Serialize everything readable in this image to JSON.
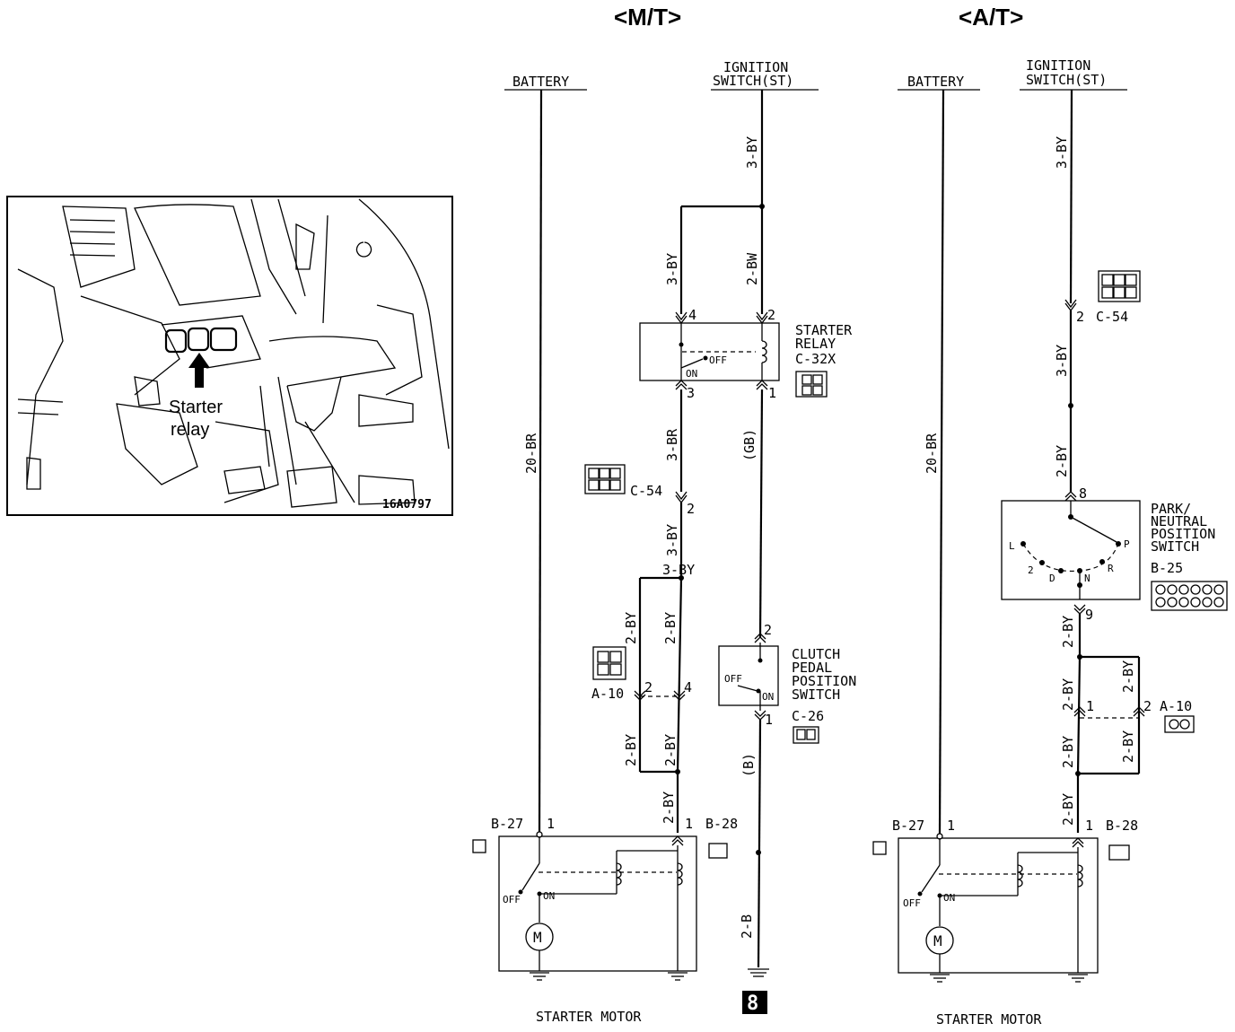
{
  "headers": {
    "mt": "<M/T>",
    "at": "<A/T>"
  },
  "photo": {
    "callout_line1": "Starter",
    "callout_line2": "relay",
    "code": "16A0797"
  },
  "mt": {
    "battery": "BATTERY",
    "ign1": "IGNITION",
    "ign2": "SWITCH(ST)",
    "w_3by_top": "3-BY",
    "w_3by_left": "3-BY",
    "w_2bw": "2-BW",
    "relay_pin4": "4",
    "relay_pin2": "2",
    "relay_pin3": "3",
    "relay_pin1": "1",
    "relay1": "STARTER",
    "relay2": "RELAY",
    "relay3": "C-32X",
    "relay_off": "OFF",
    "relay_on": "ON",
    "w_3br": "3-BR",
    "w_gb": "(GB)",
    "w_20br": "20-BR",
    "c54": "C-54",
    "c54_pin": "2",
    "w_3by_mid": "3-BY",
    "w_3by_join": "3-BY",
    "w_2by_a": "2-BY",
    "w_2by_b": "2-BY",
    "a10": "A-10",
    "a10_pin2": "2",
    "a10_pin4": "4",
    "w_2by_c": "2-BY",
    "w_2by_d": "2-BY",
    "w_2by_e": "2-BY",
    "clutch_pin2": "2",
    "clutch_pin1": "1",
    "clutch1": "CLUTCH",
    "clutch2": "PEDAL",
    "clutch3": "POSITION",
    "clutch4": "SWITCH",
    "c26": "C-26",
    "clutch_off": "OFF",
    "clutch_on": "ON",
    "w_b": "(B)",
    "w_2b": "2-B",
    "b27": "B-27",
    "b27_pin": "1",
    "b28": "B-28",
    "b28_pin": "1",
    "motor_off": "OFF",
    "motor_on": "ON",
    "starter": "STARTER MOTOR",
    "ground_mark": "8"
  },
  "at": {
    "battery": "BATTERY",
    "ign1": "IGNITION",
    "ign2": "SWITCH(ST)",
    "w_3by_top": "3-BY",
    "c54_pin": "2",
    "c54": "C-54",
    "w_3by_mid": "3-BY",
    "w_2by_top": "2-BY",
    "pn_pin8": "8",
    "pn1": "PARK/",
    "pn2": "NEUTRAL",
    "pn3": "POSITION",
    "pn4": "SWITCH",
    "b25": "B-25",
    "pos_p": "P",
    "pos_r": "R",
    "pos_n": "N",
    "pos_d": "D",
    "pos_2": "2",
    "pos_l": "L",
    "pn_pin9": "9",
    "w_2by_a": "2-BY",
    "w_2by_b": "2-BY",
    "w_2by_c": "2-BY",
    "w_2by_d": "2-BY",
    "w_2by_e": "2-BY",
    "w_2by_f": "2-BY",
    "a10": "A-10",
    "a10_pin1": "1",
    "a10_pin2": "2",
    "w_20br": "20-BR",
    "b27": "B-27",
    "b27_pin": "1",
    "b28": "B-28",
    "b28_pin": "1",
    "motor_off": "OFF",
    "motor_on": "ON",
    "starter": "STARTER MOTOR"
  }
}
